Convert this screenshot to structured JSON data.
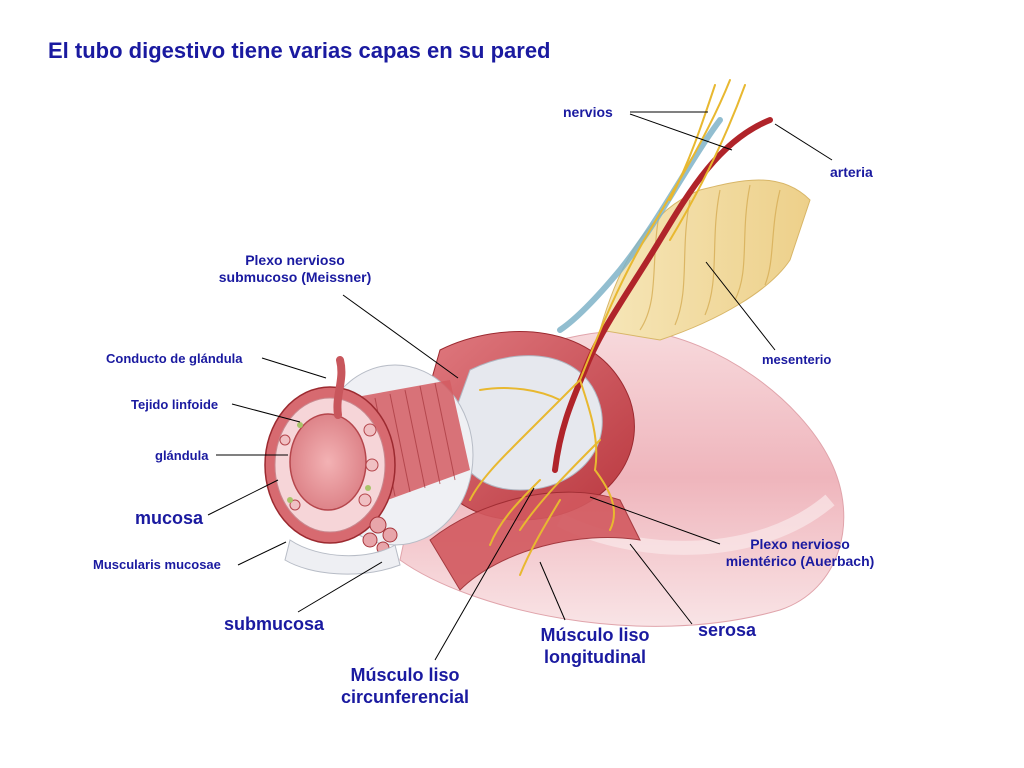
{
  "title": "El tubo digestivo tiene varias capas en su pared",
  "labels": {
    "nervios": "nervios",
    "arteria": "arteria",
    "plexo_submucoso_1": "Plexo nervioso",
    "plexo_submucoso_2": "submucoso (Meissner)",
    "conducto_glandula": "Conducto de glándula",
    "tejido_linfoide": "Tejido linfoide",
    "glandula": "glándula",
    "mesenterio": "mesenterio",
    "mucosa": "mucosa",
    "plexo_mienterico_1": "Plexo nervioso",
    "plexo_mienterico_2": "mientérico (Auerbach)",
    "muscularis_mucosae": "Muscularis mucosae",
    "submucosa": "submucosa",
    "serosa": "serosa",
    "musculo_longitudinal_1": "Músculo liso",
    "musculo_longitudinal_2": "longitudinal",
    "musculo_circunferencial_1": "Músculo liso",
    "musculo_circunferencial_2": "circunferencial"
  },
  "colors": {
    "label_text": "#1a1aa0",
    "leader_line": "#000000",
    "serosa": "#f3c6cc",
    "muscle": "#c8464c",
    "mucosa": "#e8939a",
    "submucosa": "#eceef2",
    "mesentery_fat": "#f2dca0",
    "artery": "#b0242a",
    "nerve": "#e8b830",
    "vein": "#7fb3c8"
  }
}
